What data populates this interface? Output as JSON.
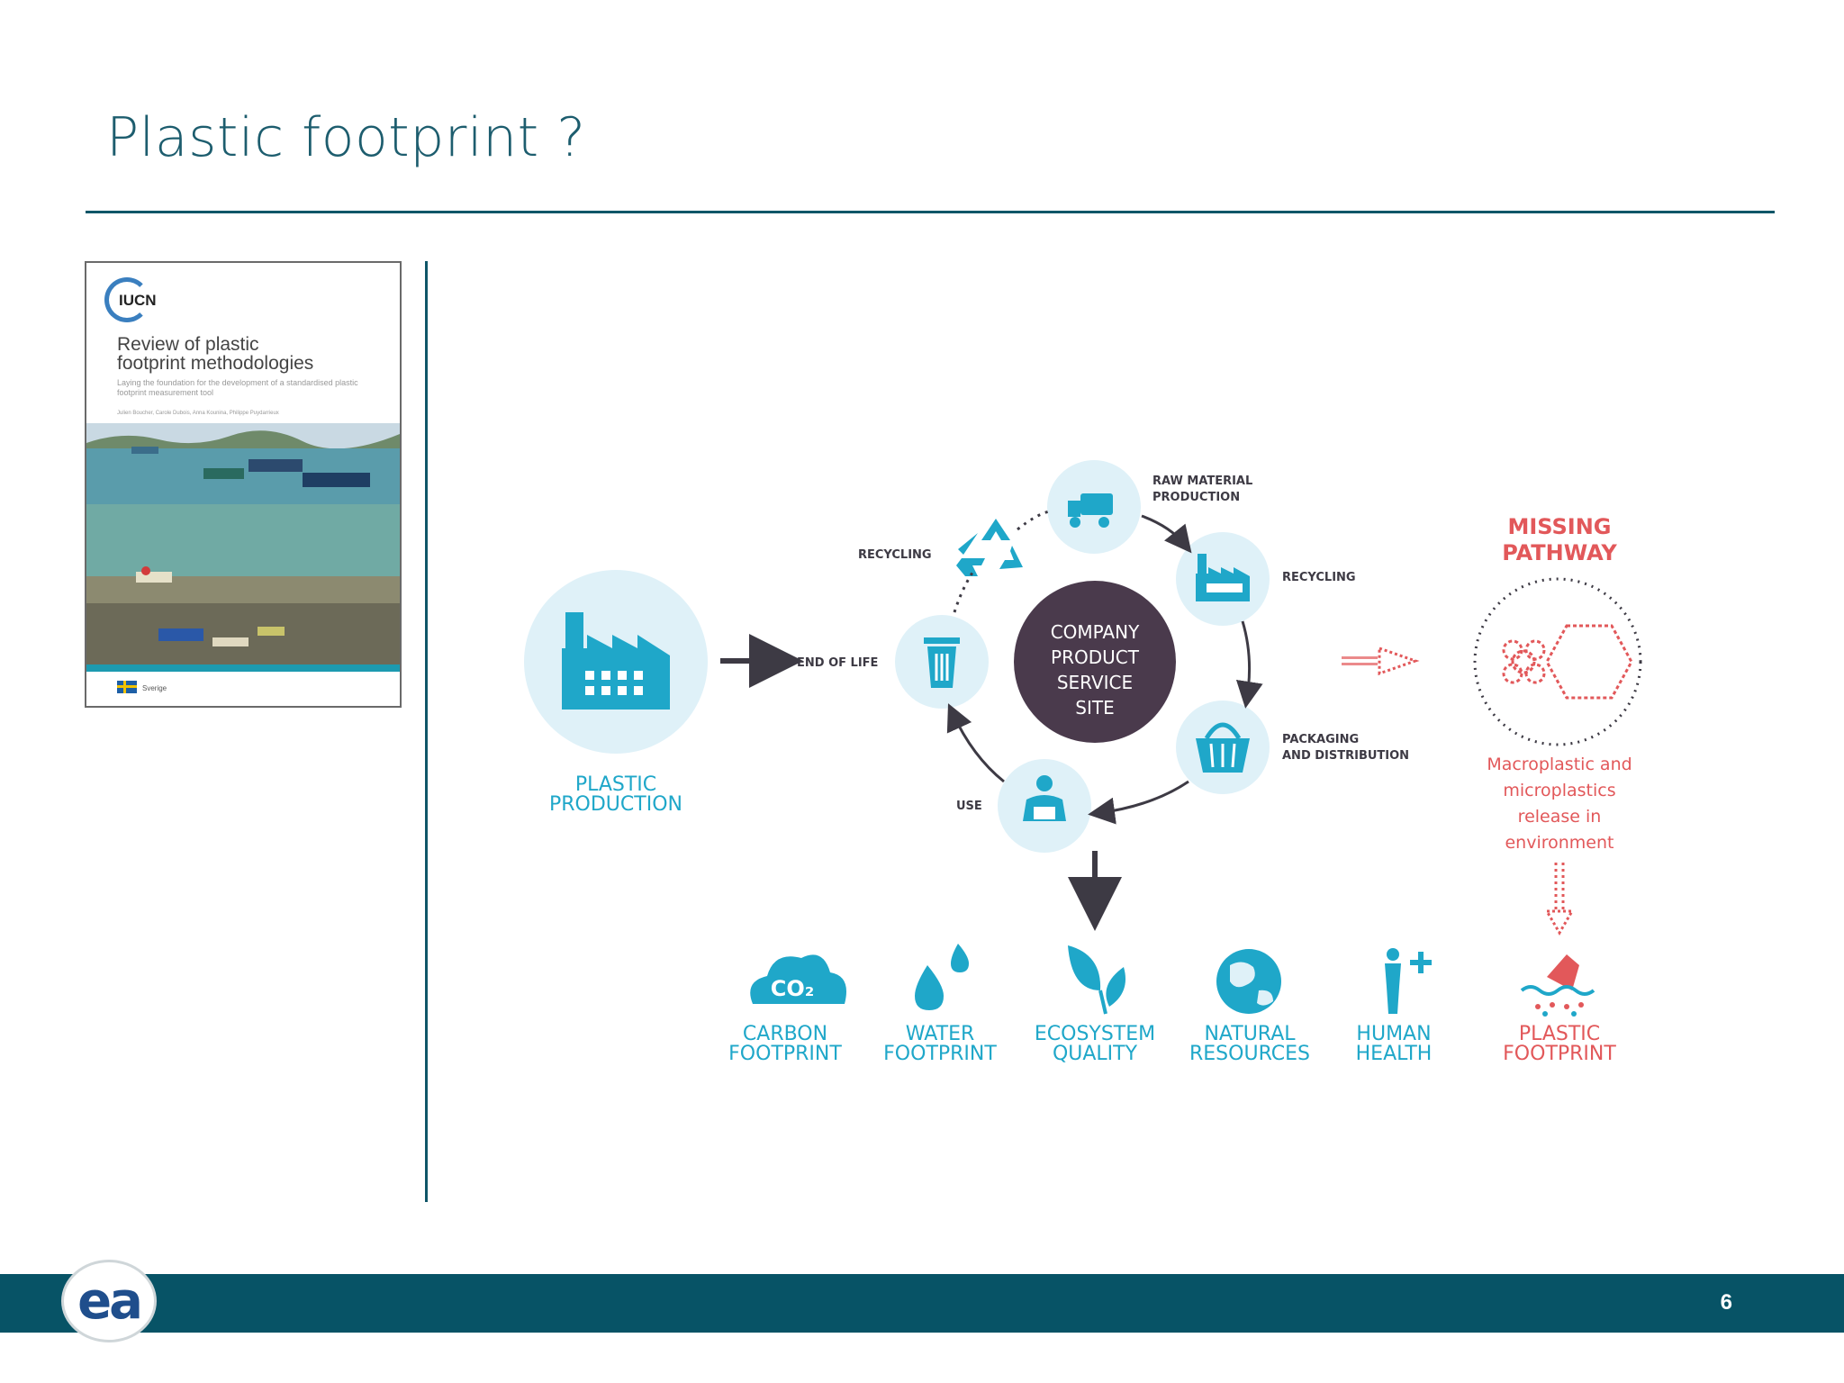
{
  "slide": {
    "title": "Plastic footprint ?",
    "page_number": "6",
    "logo_text": "ea"
  },
  "cover": {
    "org": "IUCN",
    "title_line1": "Review of plastic",
    "title_line2": "footprint methodologies",
    "subtitle": "Laying the foundation for the development of a standardised plastic footprint measurement tool",
    "authors": "Julien Boucher, Carole Dubois, Anna Kounina, Philippe Puydarrieux",
    "sponsor": "Sverige"
  },
  "diagram": {
    "plastic_production": [
      "PLASTIC",
      "PRODUCTION"
    ],
    "end_of_life": "END OF LIFE",
    "center": [
      "COMPANY",
      "PRODUCT",
      "SERVICE",
      "SITE"
    ],
    "raw_material": [
      "RAW MATERIAL",
      "PRODUCTION"
    ],
    "recycling_left": "RECYCLING",
    "recycling_right": "RECYCLING",
    "packaging": [
      "PACKAGING",
      "AND DISTRIBUTION"
    ],
    "use": "USE",
    "missing_pathway": [
      "MISSING",
      "PATHWAY"
    ],
    "missing_desc": [
      "Macroplastic and",
      "microplastics",
      "release in",
      "environment"
    ],
    "co2": "CO₂",
    "impacts": [
      {
        "line1": "CARBON",
        "line2": "FOOTPRINT"
      },
      {
        "line1": "WATER",
        "line2": "FOOTPRINT"
      },
      {
        "line1": "ECOSYSTEM",
        "line2": "QUALITY"
      },
      {
        "line1": "NATURAL",
        "line2": "RESOURCES"
      },
      {
        "line1": "HUMAN",
        "line2": "HEALTH"
      },
      {
        "line1": "PLASTIC",
        "line2": "FOOTPRINT"
      }
    ]
  },
  "colors": {
    "teal": "#1fa7c9",
    "light_blue": "#dff1f8",
    "dark_purple": "#4a3a4c",
    "coral": "#e2585a",
    "header_teal": "#1d5d6e",
    "footer": "#075366"
  }
}
